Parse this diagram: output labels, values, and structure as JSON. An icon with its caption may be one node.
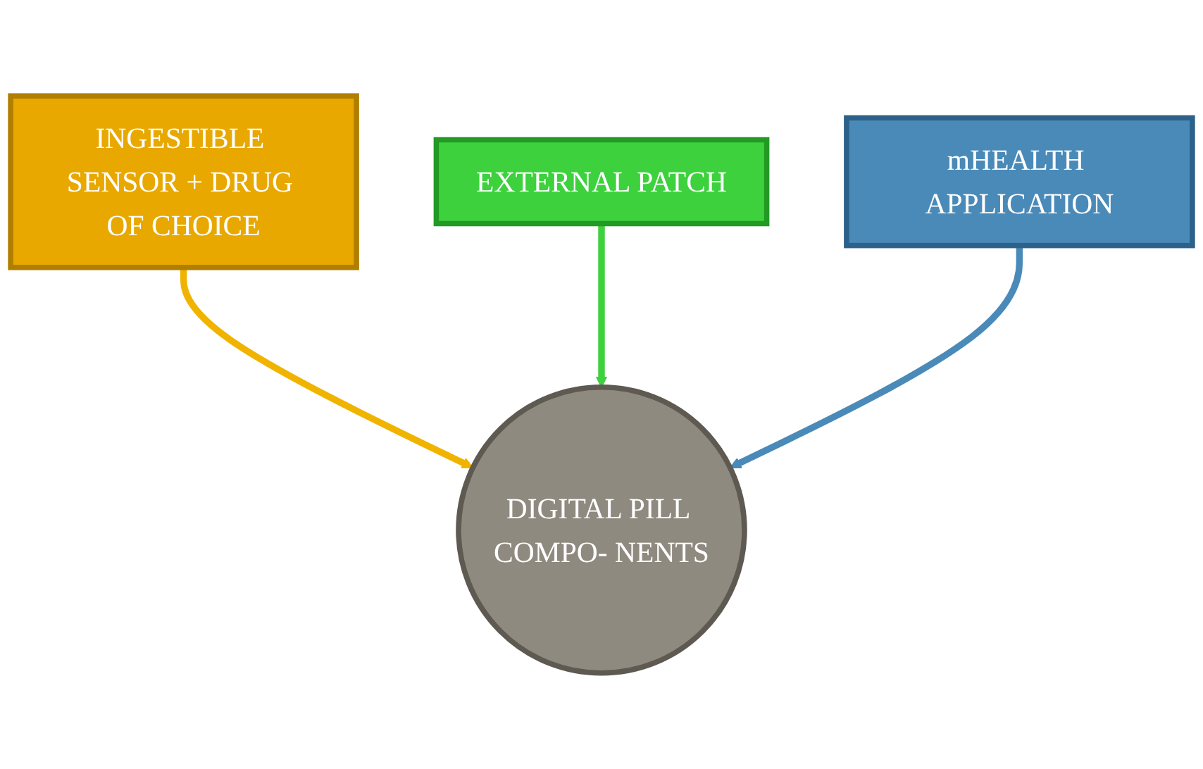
{
  "diagram": {
    "nodes": [
      {
        "text": [
          "INGESTIBLE SENSOR + DRUG OF CHOICE"
        ]
      },
      {
        "text": [
          "EXTERNAL PATCH"
        ]
      },
      {
        "text": [
          "mHEALTH APPLICATION"
        ]
      },
      {
        "text": [
          "DIGITAL PILL COMPO- NENTS"
        ]
      }
    ],
    "edges": [
      {
        "from": 0,
        "to": 3,
        "arrow": "to",
        "color": "#f0b400"
      },
      {
        "from": 1,
        "to": 3,
        "arrow": "to",
        "color": "#3ed13e"
      },
      {
        "from": 2,
        "to": 3,
        "arrow": "to",
        "color": "#4a8ab8"
      }
    ]
  }
}
